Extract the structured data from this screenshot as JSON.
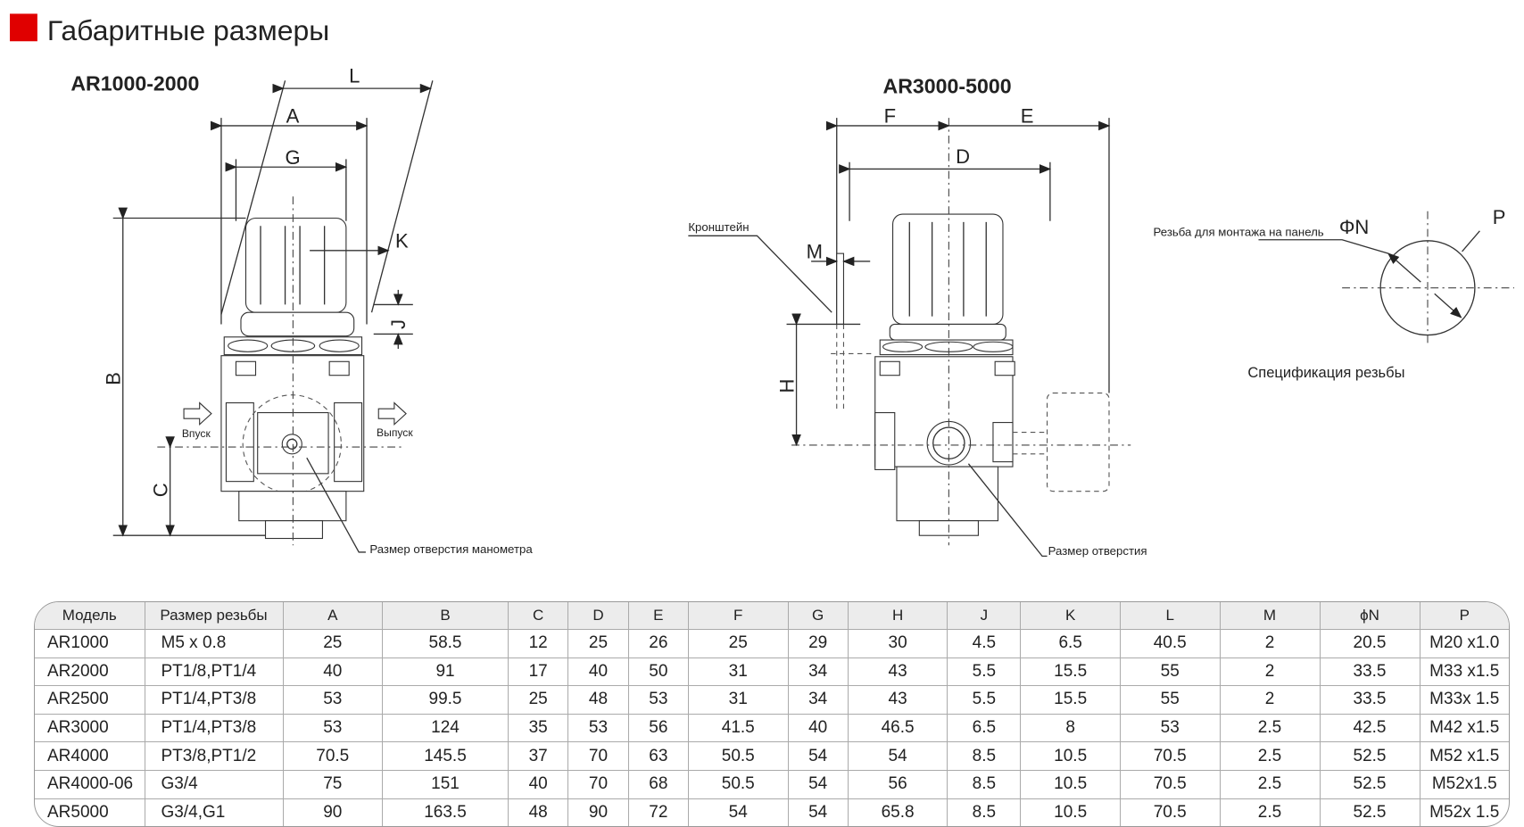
{
  "title": "Габаритные размеры",
  "accent_color": "#e00000",
  "left_drawing": {
    "title": "AR1000-2000",
    "labels": {
      "A": "A",
      "G": "G",
      "L": "L",
      "K": "K",
      "J": "J",
      "B": "B",
      "C": "C"
    },
    "inlet": "Впуск",
    "outlet": "Выпуск",
    "gauge_port": "Размер отверстия манометра"
  },
  "right_drawing": {
    "title": "AR3000-5000",
    "labels": {
      "F": "F",
      "E": "E",
      "D": "D",
      "M": "M",
      "H": "H"
    },
    "bracket": "Кронштейн",
    "port": "Размер отверстия"
  },
  "thread_spec": {
    "panel_thread": "Резьба для монтажа на панель",
    "phi_n": "ΦN",
    "p": "P",
    "caption": "Спецификация резьбы"
  },
  "table": {
    "headers": [
      "Модель",
      "Размер резьбы",
      "A",
      "B",
      "C",
      "D",
      "E",
      "F",
      "G",
      "H",
      "J",
      "K",
      "L",
      "M",
      "ϕN",
      "P"
    ],
    "rows": [
      [
        "AR1000",
        "M5 x 0.8",
        "25",
        "58.5",
        "12",
        "25",
        "26",
        "25",
        "29",
        "30",
        "4.5",
        "6.5",
        "40.5",
        "2",
        "20.5",
        "M20 x1.0"
      ],
      [
        "AR2000",
        "PT1/8,PT1/4",
        "40",
        "91",
        "17",
        "40",
        "50",
        "31",
        "34",
        "43",
        "5.5",
        "15.5",
        "55",
        "2",
        "33.5",
        "M33 x1.5"
      ],
      [
        "AR2500",
        "PT1/4,PT3/8",
        "53",
        "99.5",
        "25",
        "48",
        "53",
        "31",
        "34",
        "43",
        "5.5",
        "15.5",
        "55",
        "2",
        "33.5",
        "M33x 1.5"
      ],
      [
        "AR3000",
        "PT1/4,PT3/8",
        "53",
        "124",
        "35",
        "53",
        "56",
        "41.5",
        "40",
        "46.5",
        "6.5",
        "8",
        "53",
        "2.5",
        "42.5",
        "M42 x1.5"
      ],
      [
        "AR4000",
        "PT3/8,PT1/2",
        "70.5",
        "145.5",
        "37",
        "70",
        "63",
        "50.5",
        "54",
        "54",
        "8.5",
        "10.5",
        "70.5",
        "2.5",
        "52.5",
        "M52 x1.5"
      ],
      [
        "AR4000-06",
        "G3/4",
        "75",
        "151",
        "40",
        "70",
        "68",
        "50.5",
        "54",
        "56",
        "8.5",
        "10.5",
        "70.5",
        "2.5",
        "52.5",
        "M52x1.5"
      ],
      [
        "AR5000",
        "G3/4,G1",
        "90",
        "163.5",
        "48",
        "90",
        "72",
        "54",
        "54",
        "65.8",
        "8.5",
        "10.5",
        "70.5",
        "2.5",
        "52.5",
        "M52x 1.5"
      ]
    ]
  }
}
